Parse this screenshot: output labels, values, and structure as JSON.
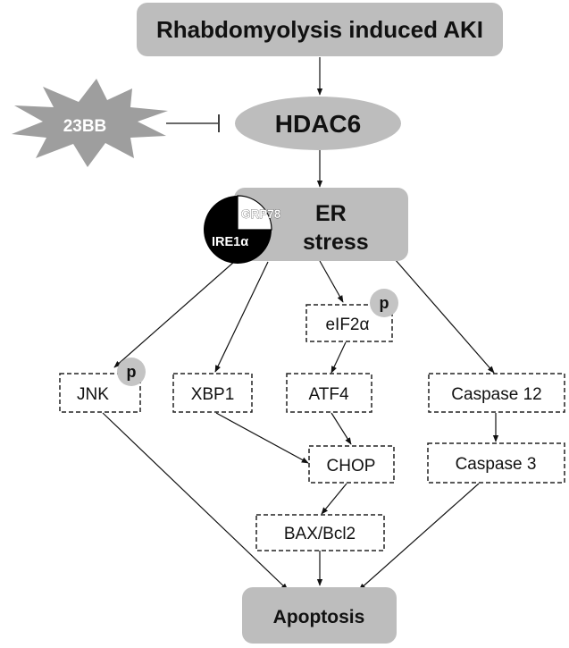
{
  "nodes": {
    "aki": "Rhabdomyolysis induced AKI",
    "drug": "23BB",
    "hdac6": "HDAC6",
    "er_line1": "ER",
    "er_line2": "stress",
    "grp78": "GRP78",
    "ire1a": "IRE1α",
    "eif2a": "eIF2α",
    "jnk": "JNK",
    "xbp1": "XBP1",
    "atf4": "ATF4",
    "caspase12": "Caspase 12",
    "chop": "CHOP",
    "caspase3": "Caspase 3",
    "bax_bcl2": "BAX/Bcl2",
    "apoptosis": "Apoptosis"
  },
  "phospho_label": "p",
  "colors": {
    "gray_box": "#bdbdbd",
    "starburst": "#9e9e9e",
    "phospho_circle": "#c4c4c4",
    "ire1a_fill": "#000000"
  }
}
